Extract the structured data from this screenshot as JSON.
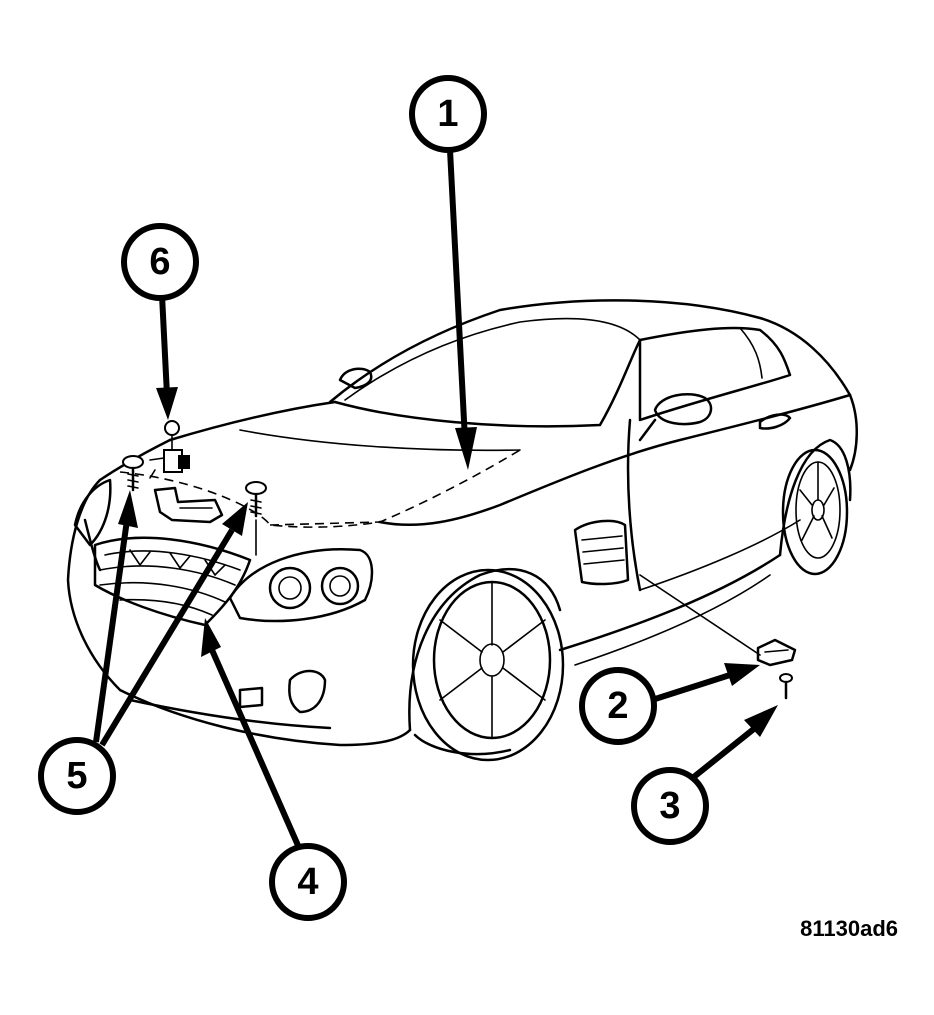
{
  "figure": {
    "code": "81130ad6"
  },
  "callouts": [
    {
      "id": "1",
      "label": "1"
    },
    {
      "id": "2",
      "label": "2"
    },
    {
      "id": "3",
      "label": "3"
    },
    {
      "id": "4",
      "label": "4"
    },
    {
      "id": "5",
      "label": "5"
    },
    {
      "id": "6",
      "label": "6"
    }
  ]
}
